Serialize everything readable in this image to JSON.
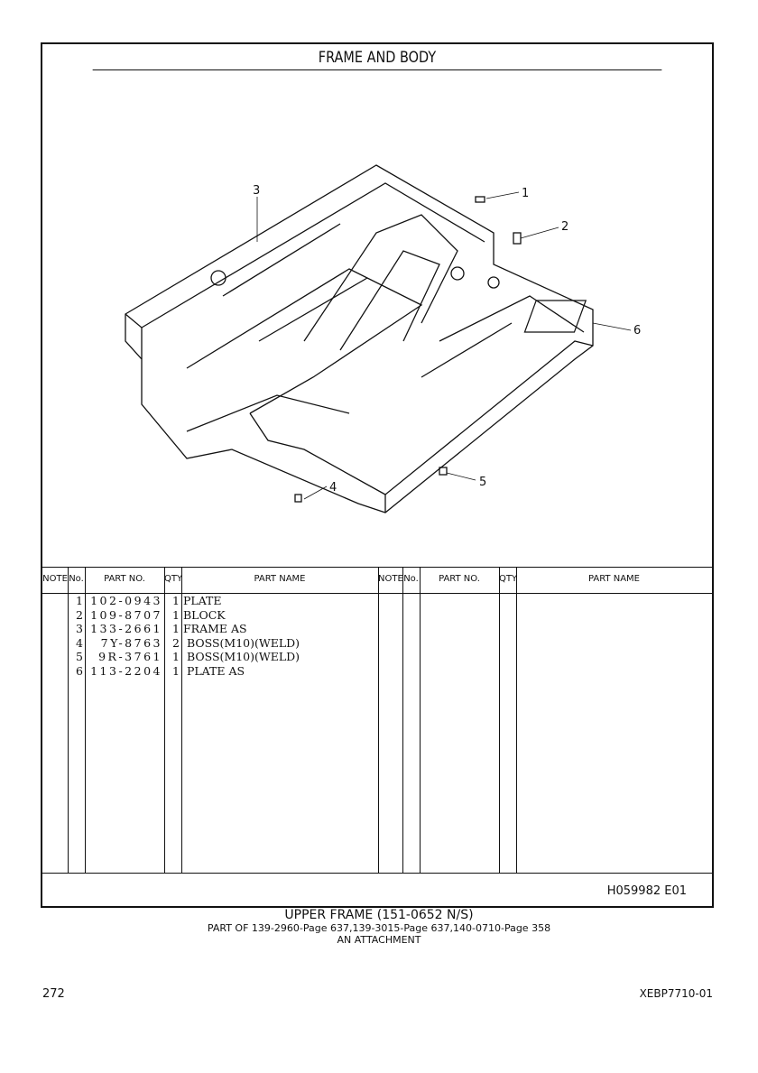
{
  "title": "FRAME AND BODY",
  "callouts": [
    "1",
    "2",
    "3",
    "4",
    "5",
    "6"
  ],
  "table": {
    "headers": {
      "note": "NOTE",
      "no": "No.",
      "part_no": "PART NO.",
      "qty": "QTY",
      "part_name": "PART NAME"
    },
    "rows": [
      {
        "no": "1",
        "part_no": "102-0943",
        "qty": "1",
        "part_name": "PLATE"
      },
      {
        "no": "2",
        "part_no": "109-8707",
        "qty": "1",
        "part_name": "BLOCK"
      },
      {
        "no": "3",
        "part_no": "133-2661",
        "qty": "1",
        "part_name": "FRAME AS"
      },
      {
        "no": "4",
        "part_no": "7Y-8763",
        "qty": "2",
        "part_name": " BOSS(M10)(WELD)"
      },
      {
        "no": "5",
        "part_no": "9R-3761",
        "qty": "1",
        "part_name": " BOSS(M10)(WELD)"
      },
      {
        "no": "6",
        "part_no": "113-2204",
        "qty": "1",
        "part_name": " PLATE AS"
      }
    ]
  },
  "drawing_number": "H059982  E01",
  "caption": {
    "line1": "UPPER FRAME (151-0652 N/S)",
    "line2": "PART OF 139-2960-Page 637,139-3015-Page 637,140-0710-Page 358",
    "line3": "AN ATTACHMENT"
  },
  "page_number": "272",
  "doc_code": "XEBP7710-01"
}
